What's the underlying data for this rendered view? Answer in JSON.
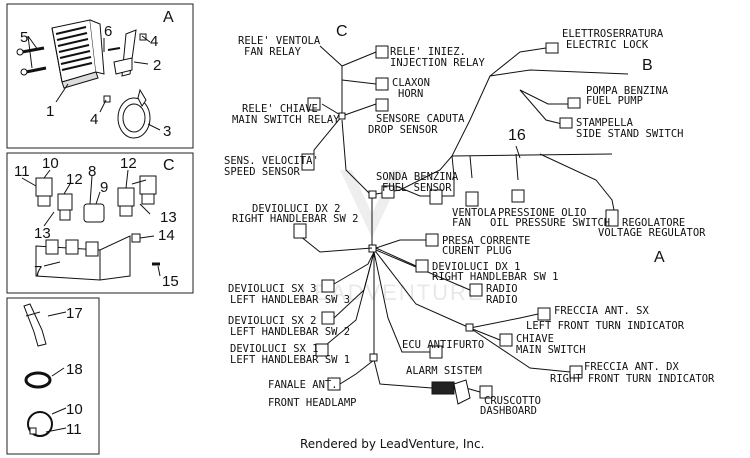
{
  "panels": {
    "a_label": "A",
    "c_label": "C",
    "a_numbers": [
      "5",
      "1",
      "6",
      "4",
      "2",
      "4",
      "3"
    ],
    "c_numbers": [
      "10",
      "11",
      "12",
      "8",
      "9",
      "12",
      "13",
      "13",
      "14",
      "7",
      "15"
    ],
    "clips_numbers": [
      "17",
      "18",
      "10",
      "11"
    ]
  },
  "diagram": {
    "label_c": "C",
    "label_b": "B",
    "label_a": "A",
    "label_16": "16"
  },
  "labels": {
    "fan_relay_it": "RELE' VENTOLA",
    "fan_relay_en": "FAN RELAY",
    "injection_relay_it": "RELE' INIEZ.",
    "injection_relay_en": "INJECTION RELAY",
    "horn_it": "CLAXON",
    "horn_en": "HORN",
    "main_switch_relay_it": "RELE' CHIAVE",
    "main_switch_relay_en": "MAIN SWITCH RELAY",
    "drop_sensor_it": "SENSORE CADUTA",
    "drop_sensor_en": "DROP SENSOR",
    "speed_sensor_it": "SENS. VELOCITA'",
    "speed_sensor_en": "SPEED SENSOR",
    "electric_lock_it": "ELETTROSERRATURA",
    "electric_lock_en": "ELECTRIC LOCK",
    "fuel_pump_it": "POMPA BENZINA",
    "fuel_pump_en": "FUEL PUMP",
    "side_stand_it": "STAMPELLA",
    "side_stand_en": "SIDE STAND SWITCH",
    "fuel_sensor_it": "SONDA BENZINA",
    "fuel_sensor_en": "FUEL SENSOR",
    "fan_it": "VENTOLA",
    "fan_en": "FAN",
    "oil_pressure_it": "PRESSIONE OLIO",
    "oil_pressure_en": "OIL PRESSURE SWITCH",
    "regulator_it": "REGOLATORE",
    "regulator_en": "VOLTAGE REGULATOR",
    "rh_sw2_it": "DEVIOLUCI DX 2",
    "rh_sw2_en": "RIGHT HANDLEBAR SW 2",
    "plug_it": "PRESA CORRENTE",
    "plug_en": "CURENT PLUG",
    "rh_sw1_it": "DEVIOLUCI DX 1",
    "rh_sw1_en": "RIGHT HANDLEBAR SW 1",
    "radio_it": "RADIO",
    "radio_en": "RADIO",
    "lh_sw3_it": "DEVIOLUCI SX 3",
    "lh_sw3_en": "LEFT HANDLEBAR SW 3",
    "lh_sw2_it": "DEVIOLUCI SX 2",
    "lh_sw2_en": "LEFT HANDLEBAR SW 2",
    "lh_sw1_it": "DEVIOLUCI SX 1",
    "lh_sw1_en": "LEFT HANDLEBAR SW 1",
    "lf_turn_it": "FRECCIA ANT. SX",
    "lf_turn_en": "LEFT FRONT TURN INDICATOR",
    "main_switch_it": "CHIAVE",
    "main_switch_en": "MAIN SWITCH",
    "ecu_it": "ECU ANTIFURTO",
    "alarm_en": "ALARM SISTEM",
    "rf_turn_it": "FRECCIA ANT. DX",
    "rf_turn_en": "RIGHT FRONT TURN INDICATOR",
    "headlamp_it": "FANALE ANT.",
    "headlamp_en": "FRONT HEADLAMP",
    "dashboard_it": "CRUSCOTTO",
    "dashboard_en": "DASHBOARD"
  },
  "watermark": "LEADVENTURE",
  "footer": "Rendered by LeadVenture, Inc."
}
